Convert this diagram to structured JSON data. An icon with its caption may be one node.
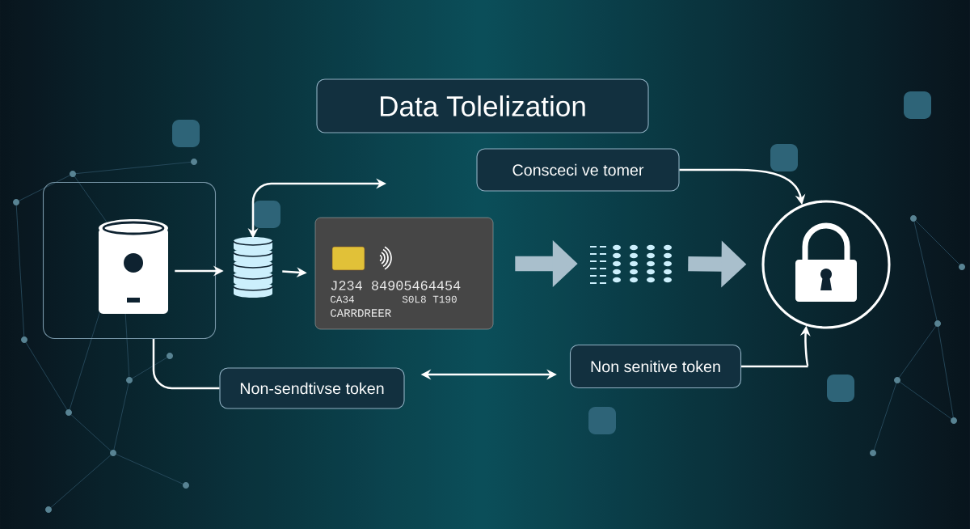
{
  "diagram": {
    "nodes": [
      {
        "text": [
          "Data Tolelization"
        ]
      },
      {
        "text": [
          "Consceci ve tomer"
        ]
      },
      {
        "text": [],
        "shape": "box"
      },
      {
        "text": [],
        "shape": "picture",
        "in": 2
      },
      {
        "text": [],
        "shape": "cylinder"
      },
      {
        "text": [
          "J234 84905464454",
          "CA34",
          "S0L8 T190",
          "CARRDREER"
        ]
      },
      {
        "text": [],
        "shape": "picture"
      },
      {
        "text": [],
        "shape": "circle"
      },
      {
        "text": [
          "Non-sendtivse token"
        ]
      },
      {
        "text": [
          "Non senitive token"
        ]
      }
    ],
    "edges": [
      {
        "from": 3,
        "to": 4,
        "arrow": "to"
      },
      {
        "from": 4,
        "to": 5,
        "arrow": "to"
      },
      {
        "from": 5,
        "to": 6,
        "arrow": "to",
        "style": "thick",
        "color": "#a9bfcc"
      },
      {
        "from": 6,
        "to": 7,
        "arrow": "to",
        "style": "thick",
        "color": "#a9bfcc"
      },
      {
        "from": 1,
        "to": 7,
        "arrow": "to"
      },
      {
        "from": 9,
        "to": 7,
        "arrow": "to"
      },
      {
        "from": 4,
        "to": null,
        "arrow": "both"
      },
      {
        "from": 2,
        "to": 8,
        "arrow": "none"
      },
      {
        "from": 8,
        "to": 9,
        "arrow": "both"
      }
    ]
  }
}
